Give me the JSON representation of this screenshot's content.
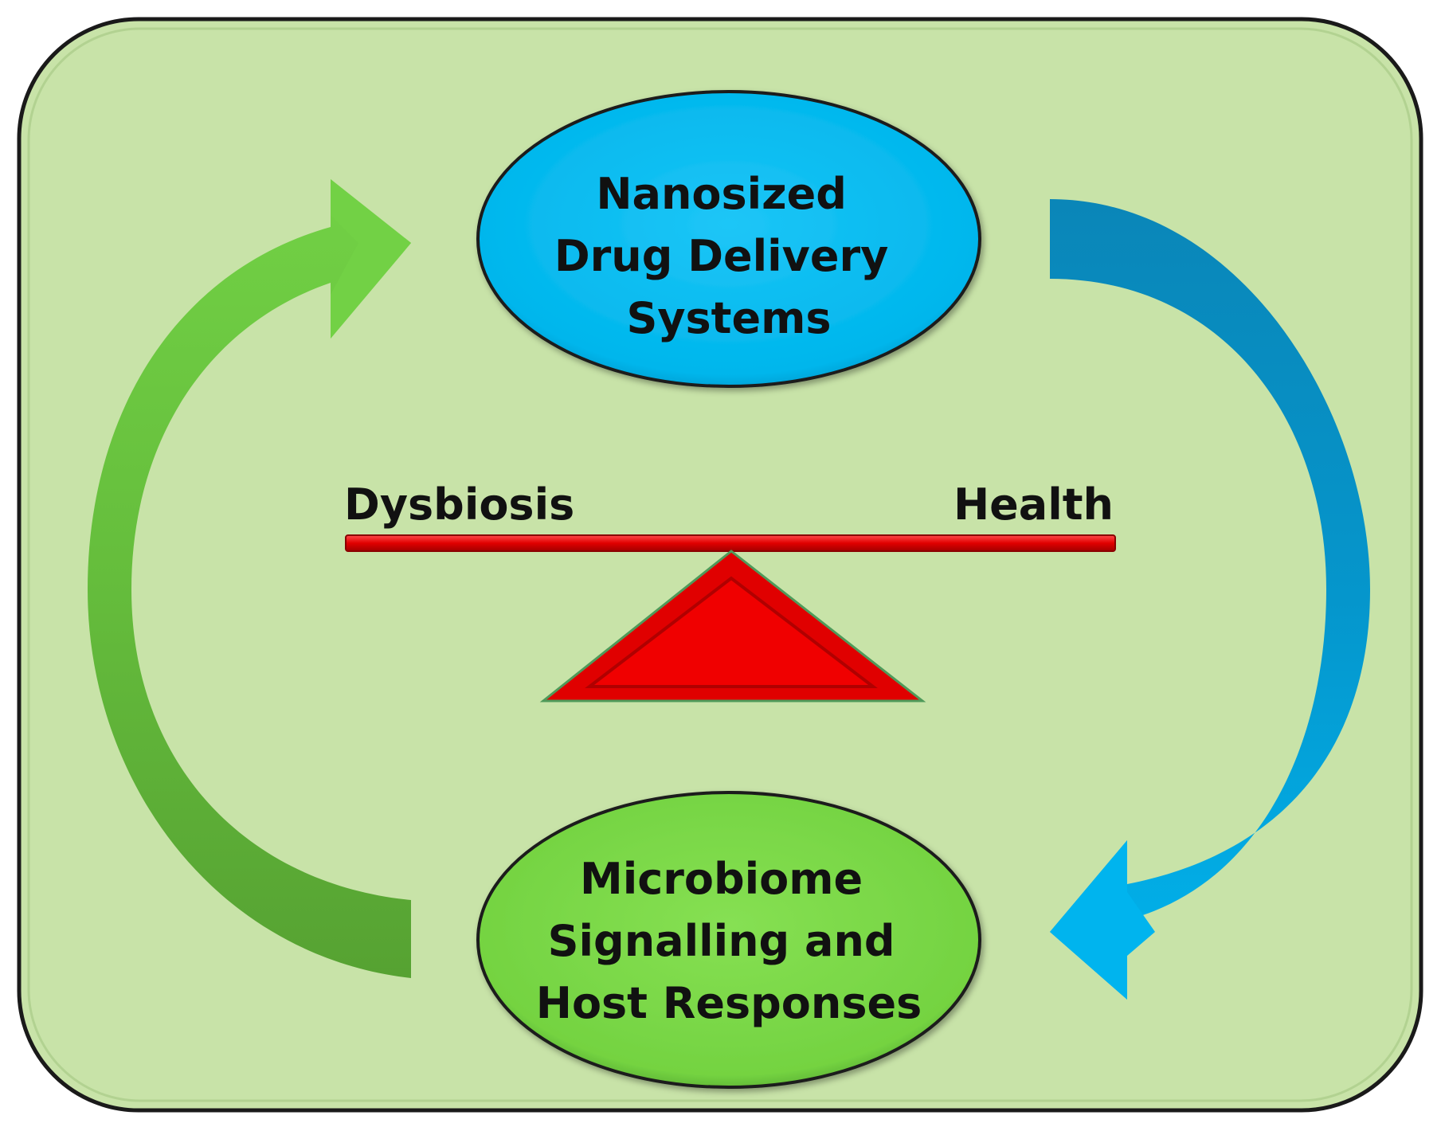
{
  "diagram": {
    "nodes": {
      "top": {
        "lines": [
          "Nanosized",
          "Drug Delivery",
          "Systems"
        ]
      },
      "bottom": {
        "lines": [
          "Microbiome",
          "Signalling and",
          "Host Responses"
        ]
      }
    },
    "balance": {
      "left_label": "Dysbiosis",
      "right_label": "Health"
    },
    "edges": [
      {
        "from": "top",
        "to": "bottom",
        "side": "right"
      },
      {
        "from": "bottom",
        "to": "top",
        "side": "left"
      }
    ]
  },
  "colors": {
    "panel_fill": "#c8e3a8",
    "panel_stroke": "#1a1a1a",
    "top_node_fill": "#00bcf2",
    "bottom_node_fill": "#7ddb4a",
    "right_arrow_light": "#00b4ee",
    "right_arrow_dark": "#0a86b8",
    "left_arrow_light": "#72d145",
    "left_arrow_dark": "#56a232",
    "balance_red": "#e00000"
  }
}
